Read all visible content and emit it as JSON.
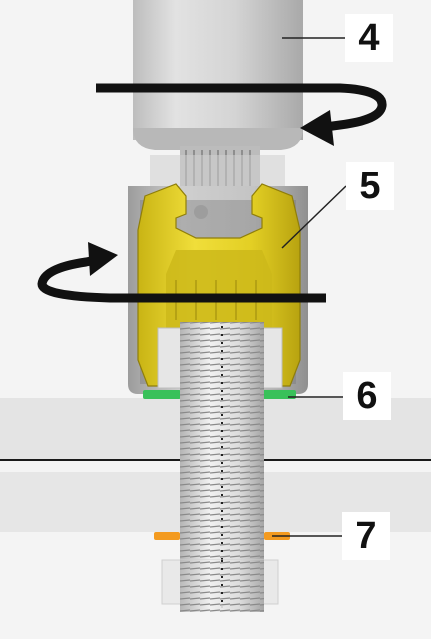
{
  "diagram": {
    "callouts": [
      {
        "id": "4",
        "label": "4"
      },
      {
        "id": "5",
        "label": "5"
      },
      {
        "id": "6",
        "label": "6"
      },
      {
        "id": "7",
        "label": "7"
      }
    ],
    "colors": {
      "background": "#f4f4f4",
      "panel": "#e6e6e6",
      "socket": "#c8c8c8",
      "insert": "#e6d21e",
      "insert_shadow": "#b9a514",
      "bolt": "#d9d9d9",
      "washer_green": "#39c15a",
      "washer_orange": "#f39a1f",
      "arrow": "#111111"
    }
  }
}
